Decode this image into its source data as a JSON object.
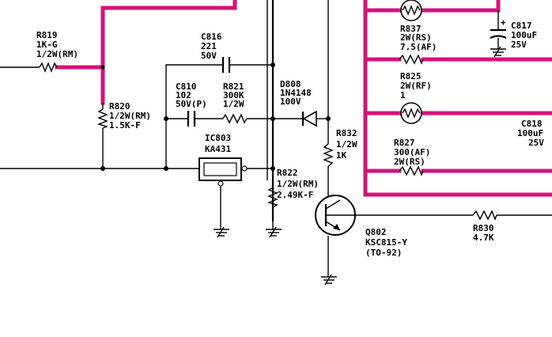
{
  "colors": {
    "highlight": "#d6127a",
    "line": "#000000",
    "background": "#ffffff"
  },
  "components": {
    "r819": [
      "R819",
      "1K-G",
      "1/2W(RM)"
    ],
    "c816": [
      "C816",
      "221",
      "50V"
    ],
    "r820": [
      "R820",
      "1/2W(RM)",
      "1.5K-F"
    ],
    "c810": [
      "C810",
      "102",
      "50V(P)"
    ],
    "r821": [
      "R821",
      "300K",
      "1/2W"
    ],
    "d808": [
      "D808",
      "1N4148",
      "100V"
    ],
    "ic803": [
      "IC803",
      "KA431"
    ],
    "r822": [
      "R822",
      "1/2W(RM)",
      "2.49K-F"
    ],
    "r832": [
      "R832",
      "1/2W",
      "1K"
    ],
    "r837": [
      "R837",
      "2W(RS)",
      "7.5(AF)"
    ],
    "r825": [
      "R825",
      "2W(RF)",
      "1"
    ],
    "r827": [
      "R827",
      "300(AF)",
      "2W(RS)"
    ],
    "c817": [
      "C817",
      "100uF",
      "25V"
    ],
    "c818": [
      "C818",
      "100uF",
      "25V"
    ],
    "q802": [
      "Q802",
      "KSC815-Y",
      "(TO-92)"
    ],
    "r830": [
      "R830",
      "4.7K"
    ]
  }
}
